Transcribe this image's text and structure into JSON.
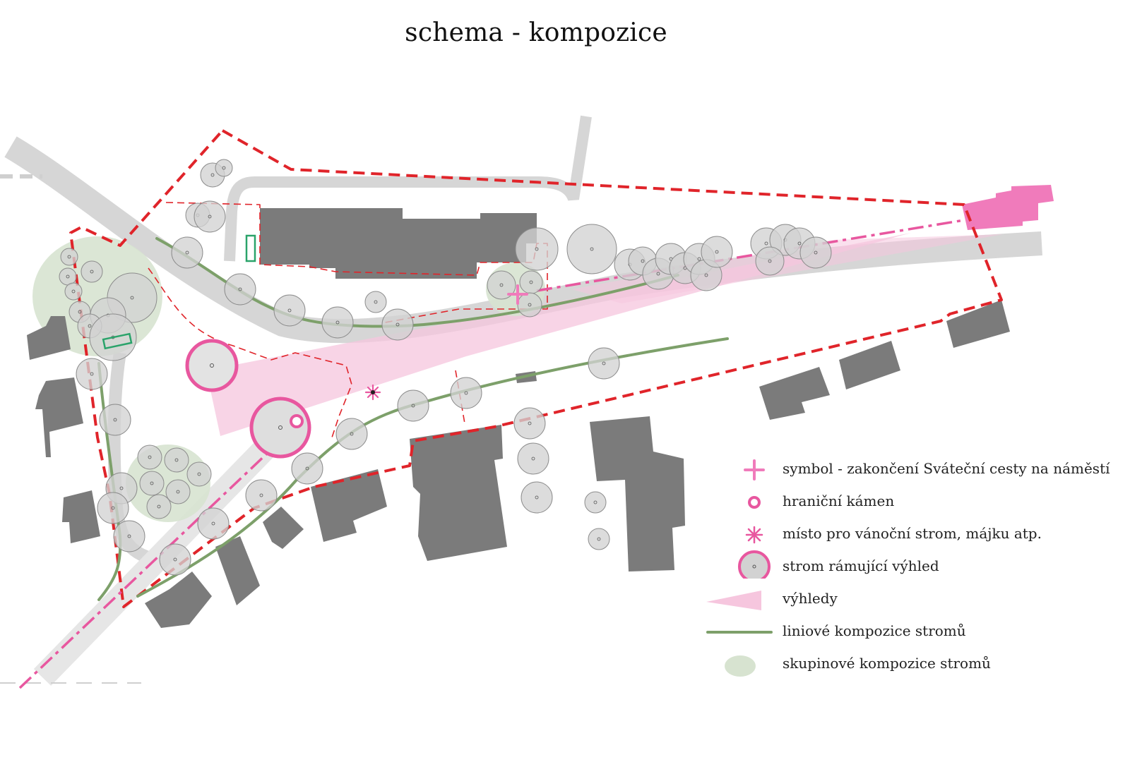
{
  "title": "schema - kompozice",
  "colors": {
    "building": "#7a7a7a",
    "road": "#d4d4d4",
    "tree_fill": "#d2d2d2",
    "tree_stroke": "#8c8c8c",
    "boundary": "#e0242a",
    "accent_pink": "#e8579f",
    "view_pink": "#f6c4dd",
    "line_green": "#7da06a",
    "group_green": "#d7e3d0",
    "landmark_pink": "#f07bbb",
    "stone_green": "#2aa36a"
  },
  "legend": {
    "items": [
      {
        "symbol": "pink-cross",
        "label": "symbol - zakončení Sváteční cesty na náměstí"
      },
      {
        "symbol": "pink-ring",
        "label": "hraniční kámen"
      },
      {
        "symbol": "pink-asterisk",
        "label": "místo pro vánoční strom, májku atp."
      },
      {
        "symbol": "framed-tree",
        "label": "strom rámující výhled"
      },
      {
        "symbol": "pink-wedge",
        "label": "výhledy"
      },
      {
        "symbol": "green-line",
        "label": "liniové kompozice stromů"
      },
      {
        "symbol": "green-blob",
        "label": "skupinové kompozice stromů"
      }
    ]
  }
}
